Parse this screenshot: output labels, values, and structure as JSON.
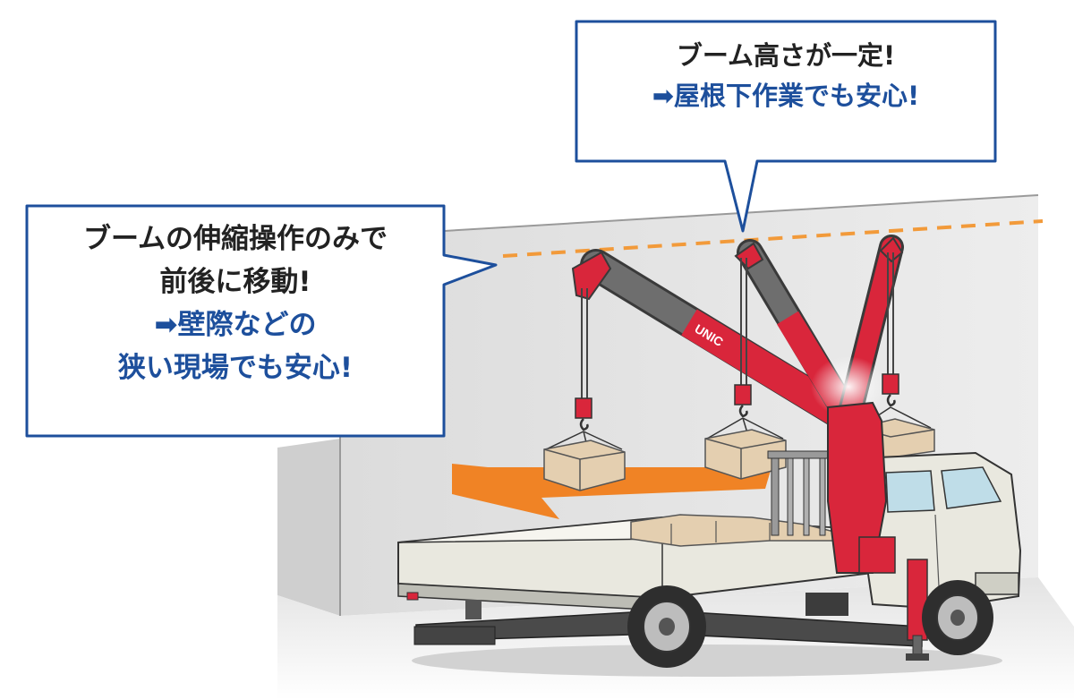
{
  "colors": {
    "accent": "#1d4f9c",
    "crane_red": "#d9263b",
    "boom_grey": "#6e6e6e",
    "guide_line": "#f29a3a",
    "motion_arrow": "#f07d1a",
    "truck_body": "#e9e8df",
    "cargo_box": "#e4cfb0"
  },
  "callout_top": {
    "line1": "ブーム高さが一定!",
    "arrow_icon": "right-arrow-icon",
    "line2": "屋根下作業でも安心!"
  },
  "callout_left": {
    "line1": "ブームの伸縮操作のみで",
    "line2": "前後に移動!",
    "arrow_icon": "right-arrow-icon",
    "line3": "壁際などの",
    "line4": "狭い現場でも安心!"
  },
  "boom_logo": "UNIC"
}
